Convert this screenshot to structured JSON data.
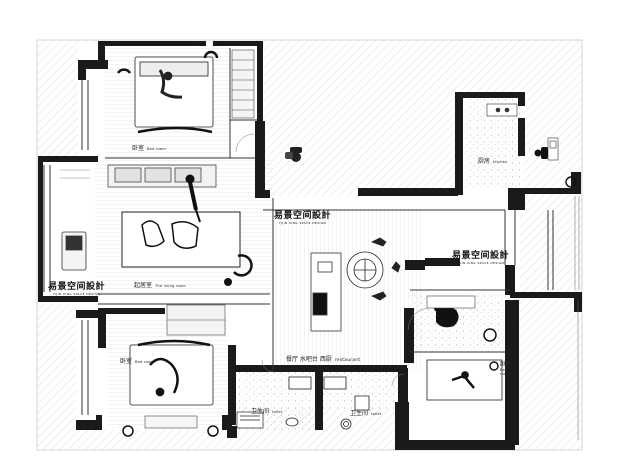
{
  "rooms": {
    "bedroom_top": {
      "zh": "卧室",
      "en": "Bed room"
    },
    "bedroom_bottom": {
      "zh": "卧室",
      "en": "Bed room"
    },
    "kitchen": {
      "zh": "厨房",
      "en": "kitchen"
    },
    "living": {
      "zh": "起居室",
      "en": "The living room"
    },
    "dining": {
      "zh": "餐厅 水吧台 西厨",
      "en": "restaurant"
    },
    "toilet_left": {
      "zh": "卫生间",
      "en": "toilet"
    },
    "toilet_right": {
      "zh": "卫生间",
      "en": "toilet"
    },
    "bedroom_right": {
      "zh": "卧室",
      "en": "Bed room"
    }
  },
  "brand": {
    "name": "易景空间設計",
    "subtitle": "YIJIN XING SPACE DESIGN"
  },
  "colors": {
    "wall": "#1a1a1a",
    "line": "#555555",
    "hatch": "#bdbdbd",
    "floor_wood": "#dcdcdc",
    "terrazzo": "#9a9a9a"
  },
  "icons": [
    "person-figure-icon",
    "armchair-icon",
    "round-dining-table-icon",
    "double-bed-icon",
    "toilet-icon",
    "floor-lamp-icon",
    "dog-icon",
    "bathtub-icon",
    "stove-icon"
  ]
}
